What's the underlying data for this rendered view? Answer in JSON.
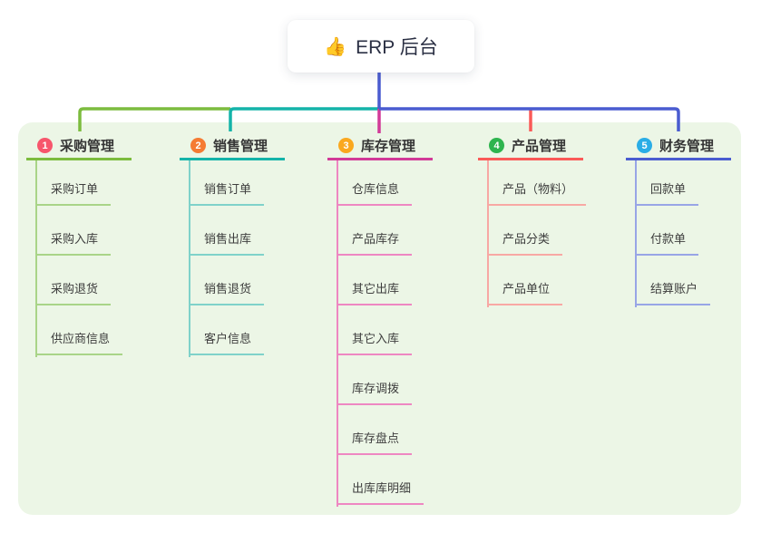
{
  "root": {
    "icon": "👍",
    "label": "ERP 后台"
  },
  "colors": {
    "panel_bg": "#ecf6e6",
    "bus_blue": "#4a5cd0",
    "bus_teal": "#14b3a9",
    "bus_green": "#7cbc3e",
    "drop_magenta": "#d23a98",
    "drop_red": "#fa5a58"
  },
  "branches": [
    {
      "num": "1",
      "label": "采购管理",
      "badge": "#f7566c",
      "line": "#7cbc3e",
      "lite": "#a9d488",
      "children": [
        "采购订单",
        "采购入库",
        "采购退货",
        "供应商信息"
      ]
    },
    {
      "num": "2",
      "label": "销售管理",
      "badge": "#f57b33",
      "line": "#14b3a9",
      "lite": "#7fd2ca",
      "children": [
        "销售订单",
        "销售出库",
        "销售退货",
        "客户信息"
      ]
    },
    {
      "num": "3",
      "label": "库存管理",
      "badge": "#faa81f",
      "line": "#d23a98",
      "lite": "#ee87c2",
      "children": [
        "仓库信息",
        "产品库存",
        "其它出库",
        "其它入库",
        "库存调拨",
        "库存盘点",
        "出库库明细"
      ]
    },
    {
      "num": "4",
      "label": "产品管理",
      "badge": "#2eb44e",
      "line": "#fa5a58",
      "lite": "#f8a8a4",
      "children": [
        "产品（物料）",
        "产品分类",
        "产品单位"
      ]
    },
    {
      "num": "5",
      "label": "财务管理",
      "badge": "#2aade6",
      "line": "#4a5cd0",
      "lite": "#98a5e6",
      "children": [
        "回款单",
        "付款单",
        "结算账户"
      ]
    }
  ]
}
